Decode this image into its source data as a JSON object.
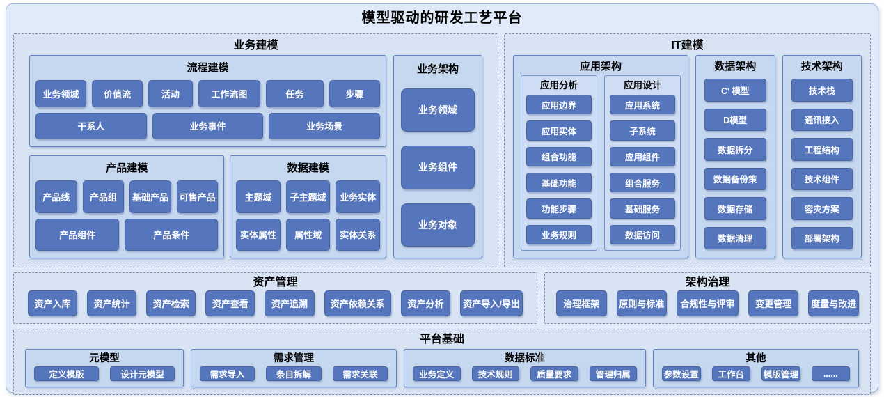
{
  "title": "模型驱动的研发工艺平台",
  "colors": {
    "button": "#5576bd",
    "panel": "#c6d7f0",
    "section": "#d8e4f4",
    "container": "#e0eaf8",
    "panel_border": "#5f82c2",
    "text_on_button": "#ffffff"
  },
  "sections": {
    "business_modeling": {
      "title": "业务建模",
      "process_modeling": {
        "title": "流程建模",
        "row1": [
          "业务领域",
          "价值流",
          "活动",
          "工作流图",
          "任务",
          "步骤"
        ],
        "row2": [
          "干系人",
          "业务事件",
          "业务场景"
        ]
      },
      "product_modeling": {
        "title": "产品建模",
        "row1": [
          "产品线",
          "产品组",
          "基础产品",
          "可售产品"
        ],
        "row2": [
          "产品组件",
          "产品条件"
        ]
      },
      "data_modeling": {
        "title": "数据建模",
        "row1": [
          "主题域",
          "子主题域",
          "业务实体"
        ],
        "row2": [
          "实体属性",
          "属性域",
          "实体关系"
        ]
      },
      "business_architecture": {
        "title": "业务架构",
        "items": [
          "业务领域",
          "业务组件",
          "业务对象"
        ]
      }
    },
    "it_modeling": {
      "title": "IT建模",
      "application_architecture": {
        "title": "应用架构",
        "application_analysis": {
          "title": "应用分析",
          "items": [
            "应用边界",
            "应用实体",
            "组合功能",
            "基础功能",
            "功能步骤",
            "业务规则"
          ]
        },
        "application_design": {
          "title": "应用设计",
          "items": [
            "应用系统",
            "子系统",
            "应用组件",
            "组合服务",
            "基础服务",
            "数据访问"
          ]
        }
      },
      "data_architecture": {
        "title": "数据架构",
        "items": [
          "C' 模型",
          "D模型",
          "数据拆分",
          "数据备份策",
          "数据存储",
          "数据清理"
        ]
      },
      "technology_architecture": {
        "title": "技术架构",
        "items": [
          "技术栈",
          "通讯接入",
          "工程结构",
          "技术组件",
          "容灾方案",
          "部署架构"
        ]
      }
    },
    "asset_management": {
      "title": "资产管理",
      "items": [
        "资产入库",
        "资产统计",
        "资产检索",
        "资产查看",
        "资产追溯",
        "资产依赖关系",
        "资产分析",
        "资产导入/导出"
      ]
    },
    "architecture_governance": {
      "title": "架构治理",
      "items": [
        "治理框架",
        "原则与标准",
        "合规性与评审",
        "变更管理",
        "度量与改进"
      ]
    },
    "platform_foundation": {
      "title": "平台基础",
      "meta_model": {
        "title": "元模型",
        "items": [
          "定义模版",
          "设计元模型"
        ]
      },
      "requirement_management": {
        "title": "需求管理",
        "items": [
          "需求导入",
          "条目拆解",
          "需求关联"
        ]
      },
      "data_standard": {
        "title": "数据标准",
        "items": [
          "业务定义",
          "技术规则",
          "质量要求",
          "管理归属"
        ]
      },
      "others": {
        "title": "其他",
        "items": [
          "参数设置",
          "工作台",
          "模版管理",
          "......"
        ]
      }
    }
  }
}
